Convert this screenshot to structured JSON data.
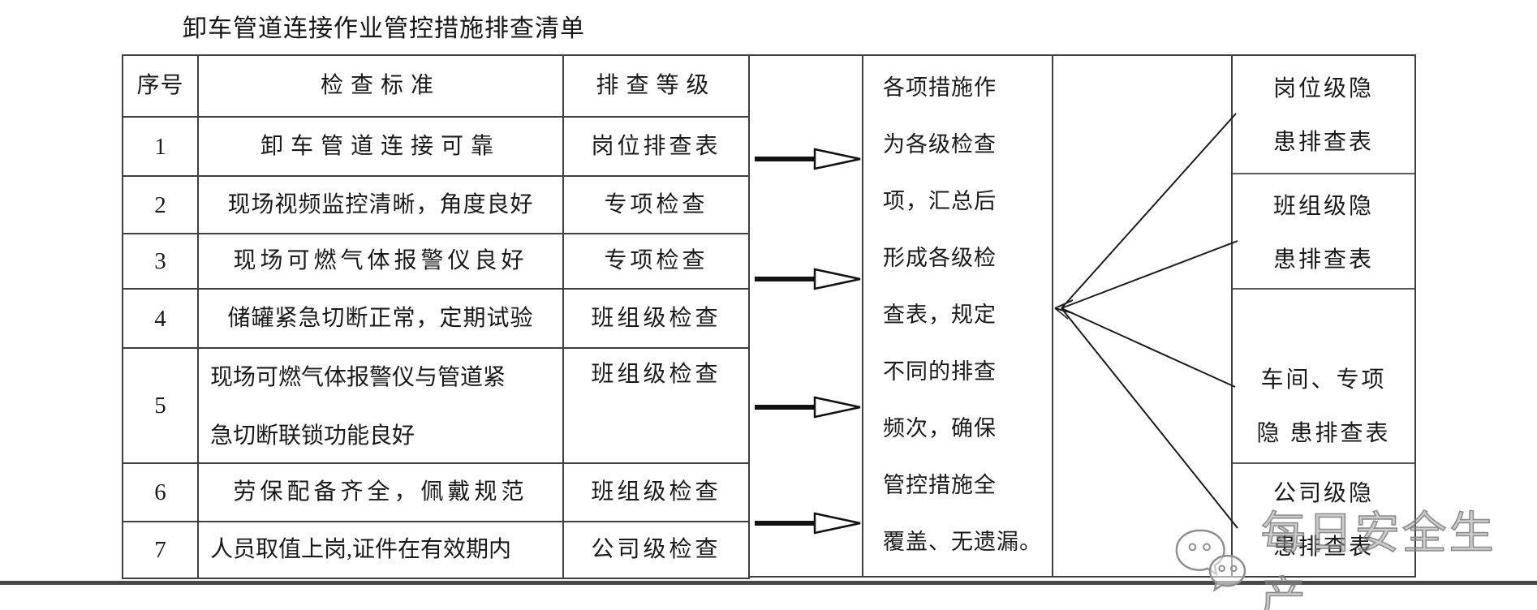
{
  "page": {
    "title": "卸车管道连接作业管控措施排查清单"
  },
  "table": {
    "headers": [
      "序号",
      "检查标准",
      "排查等级"
    ],
    "rows": [
      {
        "no": "1",
        "standard": "卸车管道连接可靠",
        "level": "岗位排查表"
      },
      {
        "no": "2",
        "standard": "现场视频监控清晰，角度良好",
        "level": "专项检查"
      },
      {
        "no": "3",
        "standard": "现场可燃气体报警仪良好",
        "level": "专项检查"
      },
      {
        "no": "4",
        "standard": "储罐紧急切断正常，定期试验",
        "level": "班组级检查"
      },
      {
        "no": "5",
        "standard": "现场可燃气体报警仪与管道紧\n急切断联锁功能良好",
        "level": "班组级检查"
      },
      {
        "no": "6",
        "standard": "劳保配备齐全，佩戴规范",
        "level": "班组级检查"
      },
      {
        "no": "7",
        "standard": "人员取值上岗,证件在有效期内",
        "level": "公司级检查"
      }
    ]
  },
  "summary_note": {
    "text": "各项措施作\n为各级检查\n项，汇总后\n形成各级检\n查表，规定\n不同的排查\n频次，确保\n管控措施全\n覆盖、无遗漏。"
  },
  "output_boxes": [
    {
      "text": "岗位级隐\n患排查表"
    },
    {
      "text": "班组级隐\n患排查表"
    },
    {
      "text": "车间、专项\n隐 患排查表"
    },
    {
      "text": "公司级隐\n患排查表"
    }
  ],
  "watermark": {
    "text": "每日安全生产",
    "icon": "wechat-bubbles-icon"
  },
  "colors": {
    "border": "#3f3f3f",
    "text": "#1a1a1a",
    "watermark_gray": "#919191"
  }
}
